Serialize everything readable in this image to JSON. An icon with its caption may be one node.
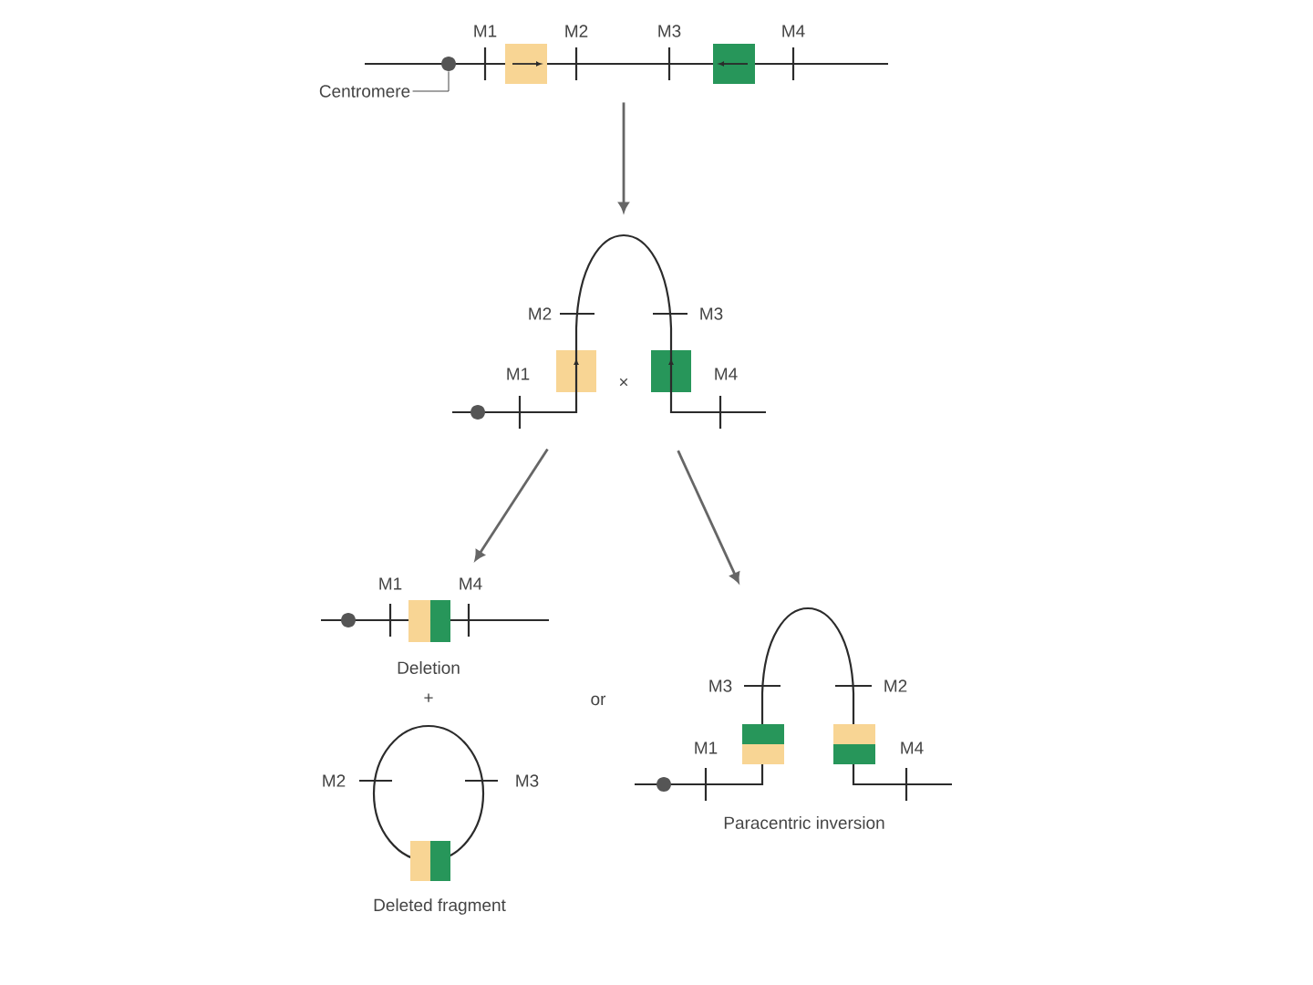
{
  "diagram": {
    "nodes": [
      {
        "text": [
          "M1",
          "M2",
          "M3",
          "M4"
        ]
      },
      {
        "text": [
          "Centromere"
        ]
      },
      {
        "text": [],
        "shape": "circle",
        "in": 0
      },
      {
        "text": [
          "M2",
          "M3",
          "M1",
          "M4"
        ]
      },
      {
        "text": [
          "M1",
          "M4"
        ],
        "beside": [
          "Deletion"
        ]
      },
      {
        "text": [
          "M2",
          "M3"
        ],
        "beside": [
          "Deleted fragment"
        ]
      },
      {
        "text": [
          "M3",
          "M2",
          "M1",
          "M4"
        ],
        "beside": [
          "Paracentric inversion"
        ]
      }
    ],
    "edges": [
      {
        "from": 1,
        "to": 2,
        "arrow": "none"
      },
      {
        "from": 0,
        "to": 3,
        "arrow": "to"
      },
      {
        "from": 3,
        "to": 4,
        "arrow": "to"
      },
      {
        "from": 3,
        "to": 6,
        "arrow": "to"
      }
    ],
    "labels": [
      "×",
      "+",
      "or"
    ]
  }
}
